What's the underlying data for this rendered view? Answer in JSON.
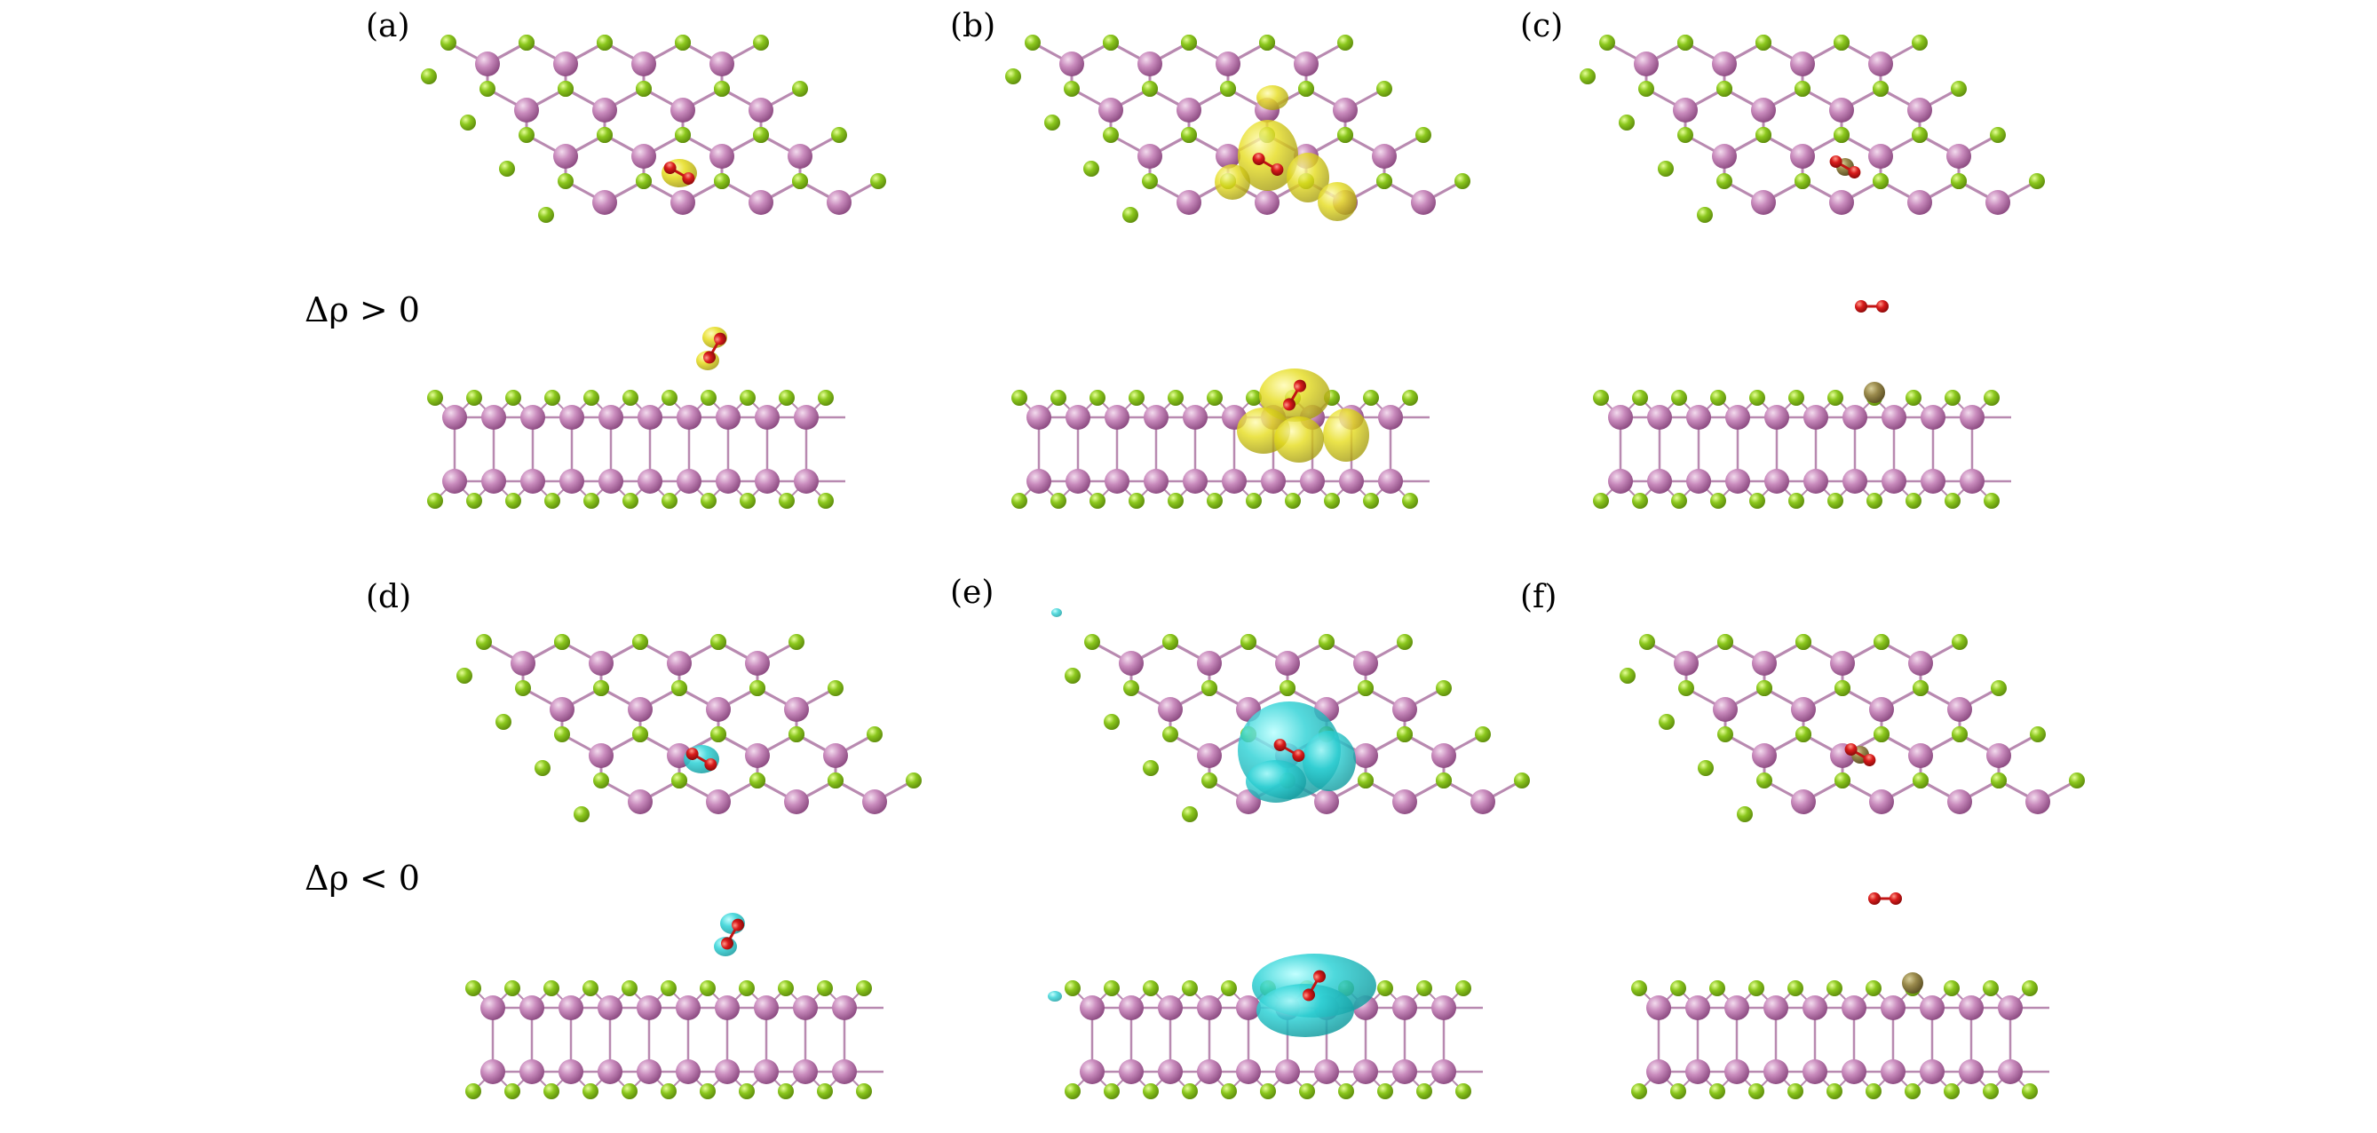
{
  "row_labels": [
    {
      "text": "Δρ > 0"
    },
    {
      "text": "Δρ < 0"
    }
  ],
  "panels": [
    {
      "label": "(a)",
      "density": "positive",
      "density_extent": "small"
    },
    {
      "label": "(b)",
      "density": "positive",
      "density_extent": "large"
    },
    {
      "label": "(c)",
      "density": "none",
      "density_extent": "none"
    },
    {
      "label": "(d)",
      "density": "negative",
      "density_extent": "small"
    },
    {
      "label": "(e)",
      "density": "negative",
      "density_extent": "large"
    },
    {
      "label": "(f)",
      "density": "none",
      "density_extent": "none"
    }
  ],
  "colors": {
    "metal_atom": "#c98bbd",
    "nonmetal_atom": "#8cc81e",
    "bond": "#b889b0",
    "adsorbate_atom": "#d91c1c",
    "dopant_atom": "#9a8a4c",
    "positive_density": "#e6dd1e",
    "negative_density": "#2fd2d6"
  }
}
